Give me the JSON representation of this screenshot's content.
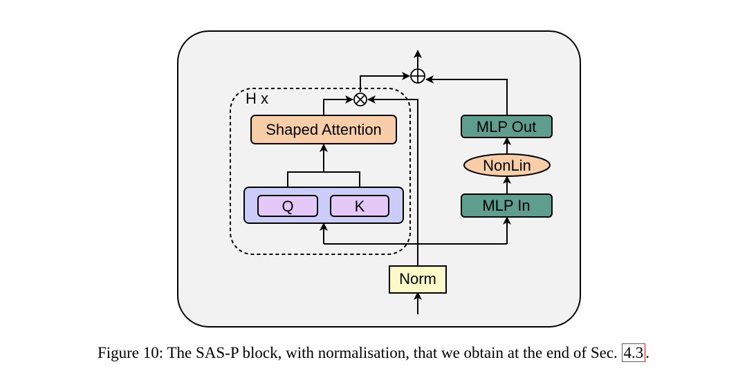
{
  "diagram": {
    "repeat_label": "H x",
    "nodes": {
      "norm": "Norm",
      "shaped_attention": "Shaped Attention",
      "q": "Q",
      "k": "K",
      "mlp_in": "MLP In",
      "nonlin": "NonLin",
      "mlp_out": "MLP Out"
    },
    "colors": {
      "block_bg": "#f2f2f2",
      "norm": "#fcf9c8",
      "attention": "#f8cea9",
      "qk_container": "#ccccf8",
      "qk_box": "#e3c8f8",
      "mlp": "#5f9e8e",
      "nonlin": "#f8cea9"
    }
  },
  "caption": {
    "text": "Figure 10: The SAS-P block, with normalisation, that we obtain at the end of Sec. ",
    "ref": "4.3",
    "end": "."
  }
}
